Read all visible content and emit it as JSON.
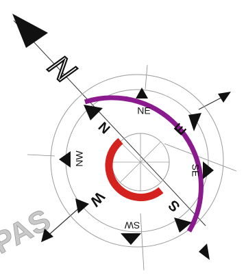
{
  "compass": {
    "north_glyph": "N",
    "cardinals": {
      "n": "N",
      "e": "E",
      "s": "S",
      "w": "W"
    },
    "intercardinals": {
      "ne": "NE",
      "se": "SE",
      "sw": "SW",
      "nw": "NW"
    },
    "corner_text": "PAS"
  },
  "colors": {
    "arc_purple": "#8b1a8f",
    "arc_red": "#d4221e",
    "ink": "#111111",
    "ring": "#9a9a9a",
    "corner_text": "#c9c9c9"
  }
}
